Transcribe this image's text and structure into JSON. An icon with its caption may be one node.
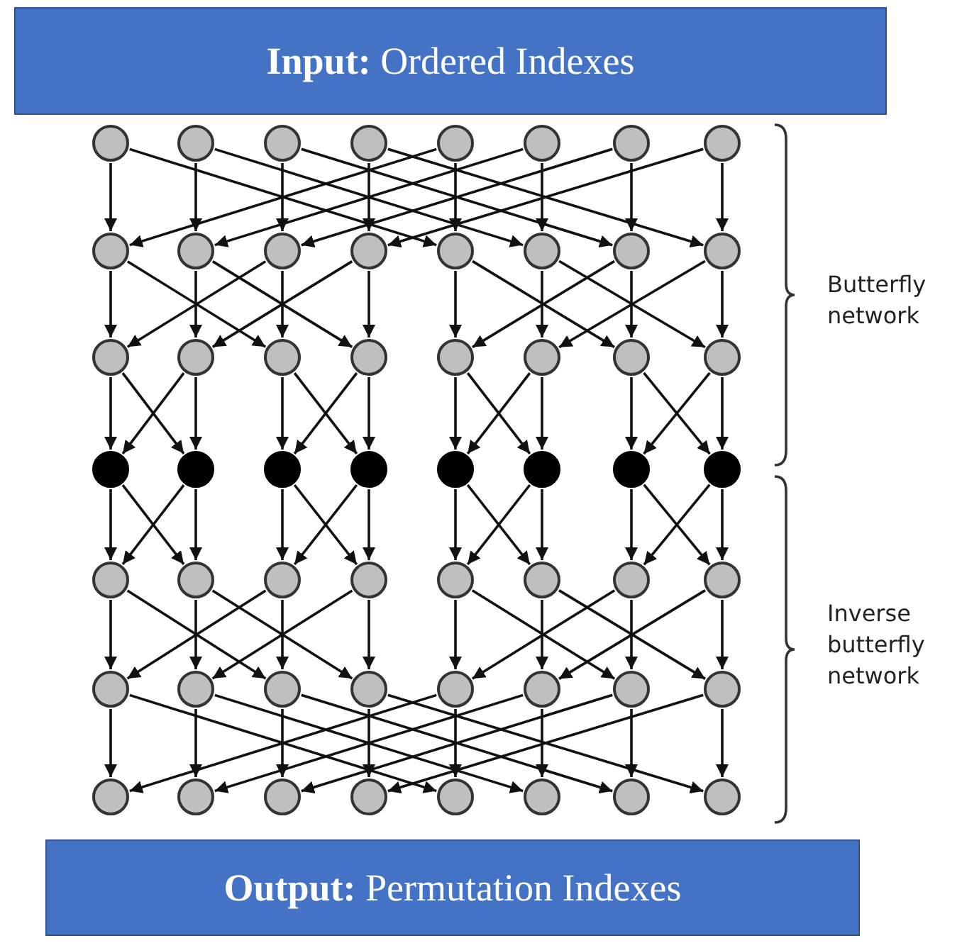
{
  "diagram": {
    "nodes": [
      {
        "text": [
          "**Input:** Ordered Indexes"
        ]
      },
      {
        "text": [],
        "shape": "circle"
      },
      {
        "text": [],
        "shape": "circle"
      },
      {
        "text": [],
        "shape": "circle"
      },
      {
        "text": [],
        "shape": "circle"
      },
      {
        "text": [],
        "shape": "circle"
      },
      {
        "text": [],
        "shape": "circle"
      },
      {
        "text": [],
        "shape": "circle"
      },
      {
        "text": [],
        "shape": "circle"
      },
      {
        "text": [],
        "shape": "circle"
      },
      {
        "text": [],
        "shape": "circle"
      },
      {
        "text": [],
        "shape": "circle"
      },
      {
        "text": [],
        "shape": "circle"
      },
      {
        "text": [],
        "shape": "circle"
      },
      {
        "text": [],
        "shape": "circle"
      },
      {
        "text": [],
        "shape": "circle"
      },
      {
        "text": [],
        "shape": "circle"
      },
      {
        "text": [],
        "shape": "circle"
      },
      {
        "text": [],
        "shape": "circle"
      },
      {
        "text": [],
        "shape": "circle"
      },
      {
        "text": [],
        "shape": "circle"
      },
      {
        "text": [],
        "shape": "circle"
      },
      {
        "text": [],
        "shape": "circle"
      },
      {
        "text": [],
        "shape": "circle"
      },
      {
        "text": [],
        "shape": "circle"
      },
      {
        "text": [],
        "shape": "circle"
      },
      {
        "text": [],
        "shape": "circle"
      },
      {
        "text": [],
        "shape": "circle"
      },
      {
        "text": [],
        "shape": "circle"
      },
      {
        "text": [],
        "shape": "circle"
      },
      {
        "text": [],
        "shape": "circle"
      },
      {
        "text": [],
        "shape": "circle"
      },
      {
        "text": [],
        "shape": "circle"
      },
      {
        "text": [],
        "shape": "circle"
      },
      {
        "text": [],
        "shape": "circle"
      },
      {
        "text": [],
        "shape": "circle"
      },
      {
        "text": [],
        "shape": "circle"
      },
      {
        "text": [],
        "shape": "circle"
      },
      {
        "text": [],
        "shape": "circle"
      },
      {
        "text": [],
        "shape": "circle"
      },
      {
        "text": [],
        "shape": "circle"
      },
      {
        "text": [],
        "shape": "circle"
      },
      {
        "text": [],
        "shape": "circle"
      },
      {
        "text": [],
        "shape": "circle"
      },
      {
        "text": [],
        "shape": "circle"
      },
      {
        "text": [],
        "shape": "circle"
      },
      {
        "text": [],
        "shape": "circle"
      },
      {
        "text": [],
        "shape": "circle"
      },
      {
        "text": [],
        "shape": "circle"
      },
      {
        "text": [],
        "shape": "circle"
      },
      {
        "text": [],
        "shape": "circle"
      },
      {
        "text": [],
        "shape": "circle"
      },
      {
        "text": [],
        "shape": "circle"
      },
      {
        "text": [],
        "shape": "circle"
      },
      {
        "text": [],
        "shape": "circle"
      },
      {
        "text": [],
        "shape": "circle"
      },
      {
        "text": [],
        "shape": "circle"
      },
      {
        "text": [
          "**Output:** Permutation Indexes"
        ]
      }
    ],
    "edges": [
      {
        "from": 1,
        "to": 9,
        "arrow": "to"
      },
      {
        "from": 1,
        "to": 13,
        "arrow": "to"
      },
      {
        "from": 2,
        "to": 10,
        "arrow": "to"
      },
      {
        "from": 2,
        "to": 14,
        "arrow": "to"
      },
      {
        "from": 3,
        "to": 11,
        "arrow": "to"
      },
      {
        "from": 3,
        "to": 15,
        "arrow": "to"
      },
      {
        "from": 4,
        "to": 12,
        "arrow": "to"
      },
      {
        "from": 4,
        "to": 16,
        "arrow": "to"
      },
      {
        "from": 5,
        "to": 13,
        "arrow": "to"
      },
      {
        "from": 5,
        "to": 9,
        "arrow": "to"
      },
      {
        "from": 6,
        "to": 14,
        "arrow": "to"
      },
      {
        "from": 6,
        "to": 10,
        "arrow": "to"
      },
      {
        "from": 7,
        "to": 15,
        "arrow": "to"
      },
      {
        "from": 7,
        "to": 11,
        "arrow": "to"
      },
      {
        "from": 8,
        "to": 16,
        "arrow": "to"
      },
      {
        "from": 8,
        "to": 12,
        "arrow": "to"
      },
      {
        "from": 9,
        "to": 17,
        "arrow": "to"
      },
      {
        "from": 9,
        "to": 19,
        "arrow": "to"
      },
      {
        "from": 10,
        "to": 18,
        "arrow": "to"
      },
      {
        "from": 10,
        "to": 20,
        "arrow": "to"
      },
      {
        "from": 11,
        "to": 19,
        "arrow": "to"
      },
      {
        "from": 11,
        "to": 17,
        "arrow": "to"
      },
      {
        "from": 12,
        "to": 20,
        "arrow": "to"
      },
      {
        "from": 12,
        "to": 18,
        "arrow": "to"
      },
      {
        "from": 13,
        "to": 21,
        "arrow": "to"
      },
      {
        "from": 13,
        "to": 23,
        "arrow": "to"
      },
      {
        "from": 14,
        "to": 22,
        "arrow": "to"
      },
      {
        "from": 14,
        "to": 24,
        "arrow": "to"
      },
      {
        "from": 15,
        "to": 23,
        "arrow": "to"
      },
      {
        "from": 15,
        "to": 21,
        "arrow": "to"
      },
      {
        "from": 16,
        "to": 24,
        "arrow": "to"
      },
      {
        "from": 16,
        "to": 22,
        "arrow": "to"
      },
      {
        "from": 17,
        "to": 25,
        "arrow": "to"
      },
      {
        "from": 17,
        "to": 26,
        "arrow": "to"
      },
      {
        "from": 18,
        "to": 26,
        "arrow": "to"
      },
      {
        "from": 18,
        "to": 25,
        "arrow": "to"
      },
      {
        "from": 19,
        "to": 27,
        "arrow": "to"
      },
      {
        "from": 19,
        "to": 28,
        "arrow": "to"
      },
      {
        "from": 20,
        "to": 28,
        "arrow": "to"
      },
      {
        "from": 20,
        "to": 27,
        "arrow": "to"
      },
      {
        "from": 21,
        "to": 29,
        "arrow": "to"
      },
      {
        "from": 21,
        "to": 30,
        "arrow": "to"
      },
      {
        "from": 22,
        "to": 30,
        "arrow": "to"
      },
      {
        "from": 22,
        "to": 29,
        "arrow": "to"
      },
      {
        "from": 23,
        "to": 31,
        "arrow": "to"
      },
      {
        "from": 23,
        "to": 32,
        "arrow": "to"
      },
      {
        "from": 24,
        "to": 32,
        "arrow": "to"
      },
      {
        "from": 24,
        "to": 31,
        "arrow": "to"
      },
      {
        "from": 25,
        "to": 33,
        "arrow": "to"
      },
      {
        "from": 25,
        "to": 34,
        "arrow": "to"
      },
      {
        "from": 26,
        "to": 34,
        "arrow": "to"
      },
      {
        "from": 26,
        "to": 33,
        "arrow": "to"
      },
      {
        "from": 27,
        "to": 35,
        "arrow": "to"
      },
      {
        "from": 27,
        "to": 36,
        "arrow": "to"
      },
      {
        "from": 28,
        "to": 36,
        "arrow": "to"
      },
      {
        "from": 28,
        "to": 35,
        "arrow": "to"
      },
      {
        "from": 29,
        "to": 37,
        "arrow": "to"
      },
      {
        "from": 29,
        "to": 38,
        "arrow": "to"
      },
      {
        "from": 30,
        "to": 38,
        "arrow": "to"
      },
      {
        "from": 30,
        "to": 37,
        "arrow": "to"
      },
      {
        "from": 31,
        "to": 39,
        "arrow": "to"
      },
      {
        "from": 31,
        "to": 40,
        "arrow": "to"
      },
      {
        "from": 32,
        "to": 40,
        "arrow": "to"
      },
      {
        "from": 32,
        "to": 39,
        "arrow": "to"
      },
      {
        "from": 33,
        "to": 41,
        "arrow": "to"
      },
      {
        "from": 33,
        "to": 43,
        "arrow": "to"
      },
      {
        "from": 34,
        "to": 42,
        "arrow": "to"
      },
      {
        "from": 34,
        "to": 44,
        "arrow": "to"
      },
      {
        "from": 35,
        "to": 43,
        "arrow": "to"
      },
      {
        "from": 35,
        "to": 41,
        "arrow": "to"
      },
      {
        "from": 36,
        "to": 44,
        "arrow": "to"
      },
      {
        "from": 36,
        "to": 42,
        "arrow": "to"
      },
      {
        "from": 37,
        "to": 45,
        "arrow": "to"
      },
      {
        "from": 37,
        "to": 47,
        "arrow": "to"
      },
      {
        "from": 38,
        "to": 46,
        "arrow": "to"
      },
      {
        "from": 38,
        "to": 48,
        "arrow": "to"
      },
      {
        "from": 39,
        "to": 47,
        "arrow": "to"
      },
      {
        "from": 39,
        "to": 45,
        "arrow": "to"
      },
      {
        "from": 40,
        "to": 48,
        "arrow": "to"
      },
      {
        "from": 40,
        "to": 46,
        "arrow": "to"
      },
      {
        "from": 41,
        "to": 49,
        "arrow": "to"
      },
      {
        "from": 41,
        "to": 53,
        "arrow": "to"
      },
      {
        "from": 42,
        "to": 50,
        "arrow": "to"
      },
      {
        "from": 42,
        "to": 54,
        "arrow": "to"
      },
      {
        "from": 43,
        "to": 51,
        "arrow": "to"
      },
      {
        "from": 43,
        "to": 55,
        "arrow": "to"
      },
      {
        "from": 44,
        "to": 52,
        "arrow": "to"
      },
      {
        "from": 44,
        "to": 56,
        "arrow": "to"
      },
      {
        "from": 45,
        "to": 53,
        "arrow": "to"
      },
      {
        "from": 45,
        "to": 49,
        "arrow": "to"
      },
      {
        "from": 46,
        "to": 54,
        "arrow": "to"
      },
      {
        "from": 46,
        "to": 50,
        "arrow": "to"
      },
      {
        "from": 47,
        "to": 55,
        "arrow": "to"
      },
      {
        "from": 47,
        "to": 51,
        "arrow": "to"
      },
      {
        "from": 48,
        "to": 56,
        "arrow": "to"
      },
      {
        "from": 48,
        "to": 52,
        "arrow": "to"
      }
    ],
    "labels": [
      "Butterfly network",
      "Inverse butterfly network"
    ]
  }
}
